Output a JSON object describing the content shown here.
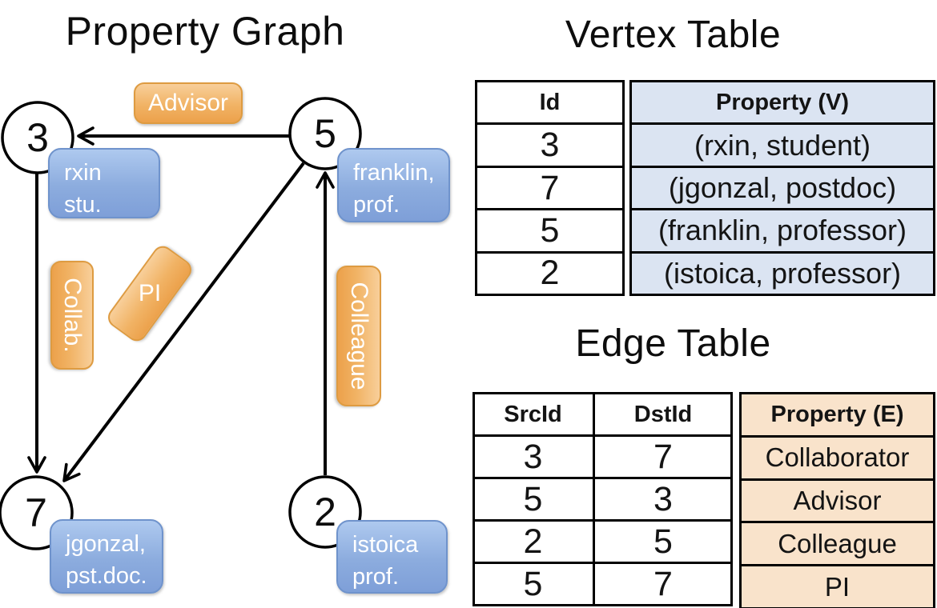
{
  "titles": {
    "graph": "Property Graph",
    "vertex": "Vertex Table",
    "edge": "Edge Table"
  },
  "graph": {
    "nodes": [
      {
        "id": "3",
        "property_line1": "rxin",
        "property_line2": "stu."
      },
      {
        "id": "5",
        "property_line1": "franklin,",
        "property_line2": "prof."
      },
      {
        "id": "7",
        "property_line1": "jgonzal,",
        "property_line2": "pst.doc."
      },
      {
        "id": "2",
        "property_line1": "istoica",
        "property_line2": "prof."
      }
    ],
    "edge_labels": [
      {
        "text": "Advisor"
      },
      {
        "text": "Collab."
      },
      {
        "text": "PI"
      },
      {
        "text": "Colleague"
      }
    ]
  },
  "vertex_table": {
    "headers": {
      "id": "Id",
      "property": "Property (V)"
    },
    "rows": [
      {
        "id": "3",
        "property": "(rxin, student)"
      },
      {
        "id": "7",
        "property": "(jgonzal, postdoc)"
      },
      {
        "id": "5",
        "property": "(franklin, professor)"
      },
      {
        "id": "2",
        "property": "(istoica, professor)"
      }
    ]
  },
  "edge_table": {
    "headers": {
      "src": "SrcId",
      "dst": "DstId",
      "property": "Property (E)"
    },
    "rows": [
      {
        "src": "3",
        "dst": "7",
        "property": "Collaborator"
      },
      {
        "src": "5",
        "dst": "3",
        "property": "Advisor"
      },
      {
        "src": "2",
        "dst": "5",
        "property": "Colleague"
      },
      {
        "src": "5",
        "dst": "7",
        "property": "PI"
      }
    ]
  },
  "colors": {
    "vertex_property_fill": "#dbe4f2",
    "edge_property_fill": "#f9e3cb",
    "edge_label_orange": "#eca14b",
    "vertex_label_blue": "#8cacde"
  }
}
